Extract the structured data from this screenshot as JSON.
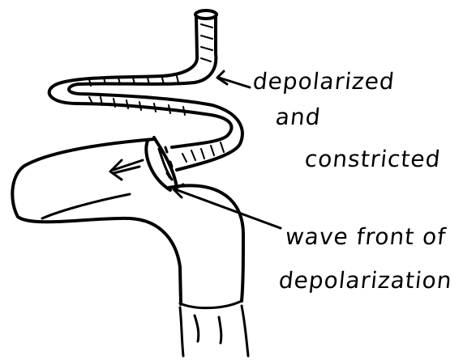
{
  "labels": {
    "constricted": [
      "depolarized",
      "and",
      "constricted"
    ],
    "wavefront": [
      "wave front of",
      "depolarization"
    ]
  },
  "colors": {
    "ink": "#000000",
    "background": "#ffffff"
  }
}
